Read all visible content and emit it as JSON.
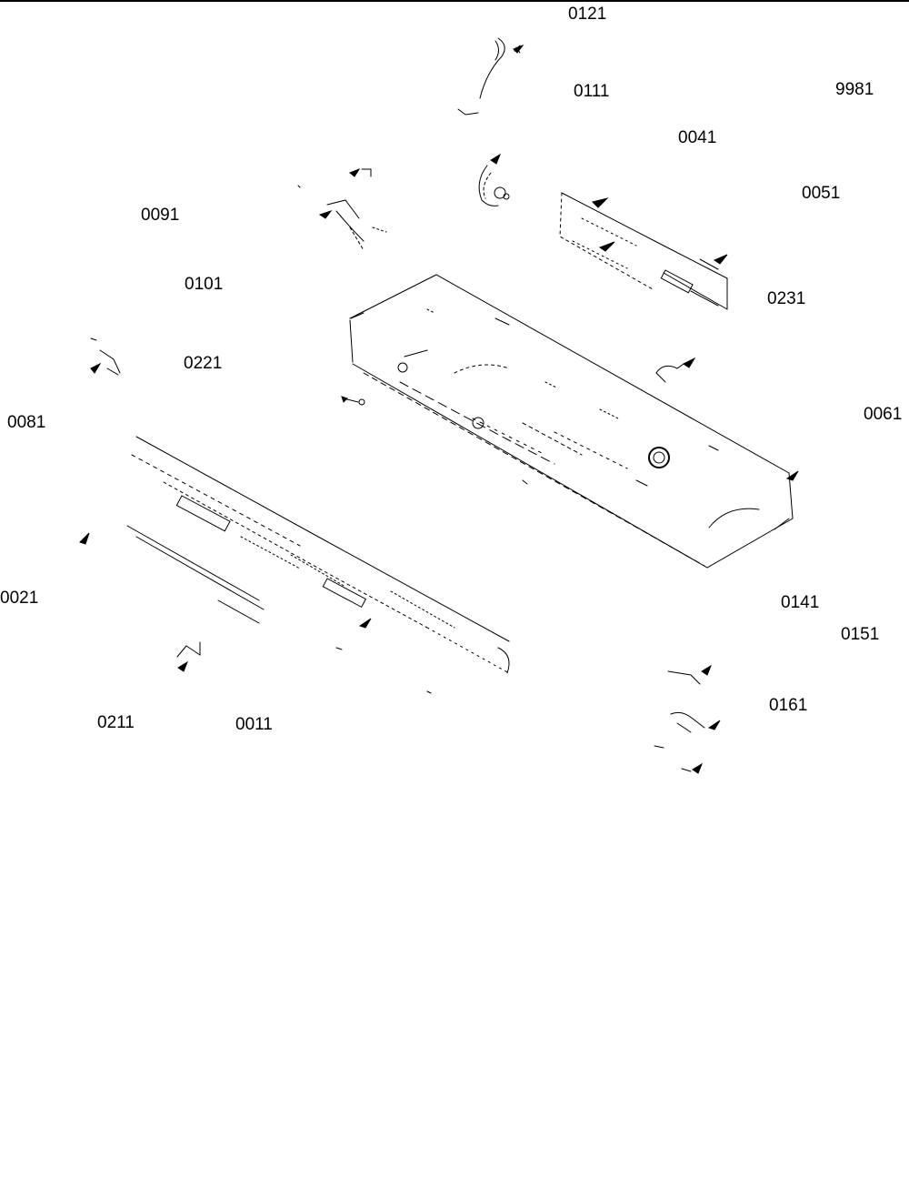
{
  "diagram": {
    "callouts": {
      "c0121": "0121",
      "c0111": "0111",
      "c9981": "9981",
      "c0041": "0041",
      "c0051": "0051",
      "c0091": "0091",
      "c0101": "0101",
      "c0231": "0231",
      "c0221": "0221",
      "c0061": "0061",
      "c0081": "0081",
      "c0021": "0021",
      "c0141": "0141",
      "c0151": "0151",
      "c0161": "0161",
      "c0211": "0211",
      "c0011": "0011"
    },
    "colors": {
      "ink": "#000000",
      "background": "#ffffff"
    }
  }
}
